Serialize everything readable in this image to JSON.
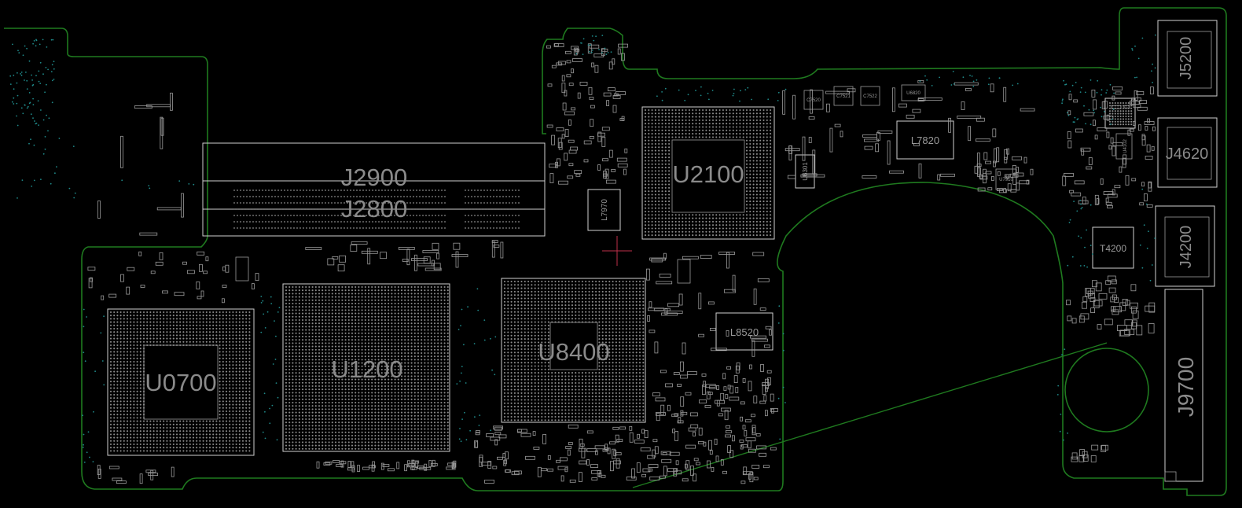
{
  "board": {
    "outline_color": "#1f7a1f",
    "component_color": "#bdbdbd",
    "label_color": "#8a8a8a",
    "via_color": "#1f8a8a",
    "cursor_color": "#c0304a"
  },
  "labels": {
    "J2900": "J2900",
    "J2800": "J2800",
    "U2100": "U2100",
    "U0700": "U0700",
    "U1200": "U1200",
    "U8400": "U8400",
    "L7820": "L7820",
    "L7970": "L7970",
    "L8520": "L8520",
    "U6301": "U6301",
    "T4200": "T4200",
    "J5200": "J5200",
    "J4620": "J4620",
    "J4200": "J4200",
    "J9700": "J9700",
    "C7520": "C7520",
    "C7521": "C7521",
    "C7522": "C7522",
    "U6820": "U6820",
    "U4102": "U4102",
    "U7910": "U7910"
  }
}
